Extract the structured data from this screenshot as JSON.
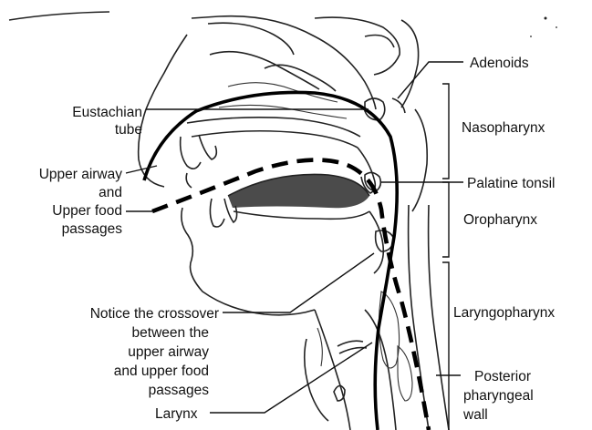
{
  "labels": {
    "adenoids": "Adenoids",
    "eustachian_1": "Eustachian",
    "eustachian_2": "tube",
    "nasopharynx": "Nasopharynx",
    "upper_airway_1": "Upper airway",
    "upper_airway_2": "and",
    "upper_airway_3": "Upper food",
    "upper_airway_4": "passages",
    "palatine_tonsil": "Palatine tonsil",
    "oropharynx": "Oropharynx",
    "crossover_1": "Notice the crossover",
    "crossover_2": "between the",
    "crossover_3": "upper airway",
    "crossover_4": "and upper food",
    "crossover_5": "passages",
    "laryngopharynx": "Laryngopharynx",
    "posterior_1": "Posterior",
    "posterior_2": "pharyngeal",
    "posterior_3": "wall",
    "larynx": "Larynx"
  }
}
